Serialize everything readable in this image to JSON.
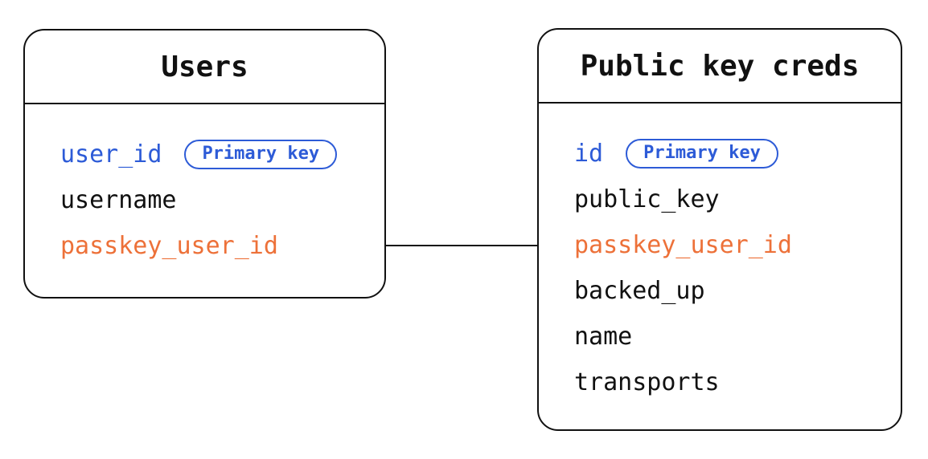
{
  "diagram": {
    "type": "entity-relationship",
    "tables": [
      {
        "title": "Users",
        "fields": [
          {
            "name": "user_id",
            "role": "primary-key",
            "badge": "Primary key",
            "color": "#2d5bd7"
          },
          {
            "name": "username",
            "role": "column",
            "color": "#111111"
          },
          {
            "name": "passkey_user_id",
            "role": "foreign-key",
            "color": "#ed7139"
          }
        ]
      },
      {
        "title": "Public key creds",
        "fields": [
          {
            "name": "id",
            "role": "primary-key",
            "badge": "Primary key",
            "color": "#2d5bd7"
          },
          {
            "name": "public_key",
            "role": "column",
            "color": "#111111"
          },
          {
            "name": "passkey_user_id",
            "role": "foreign-key",
            "color": "#ed7139"
          },
          {
            "name": "backed_up",
            "role": "column",
            "color": "#111111"
          },
          {
            "name": "name",
            "role": "column",
            "color": "#111111"
          },
          {
            "name": "transports",
            "role": "column",
            "color": "#111111"
          }
        ]
      }
    ],
    "relationship": {
      "from": "Users.passkey_user_id",
      "to": "Public key creds.passkey_user_id"
    },
    "colors": {
      "primary_key_blue": "#2d5bd7",
      "link_field_orange": "#ed7139",
      "text_black": "#111111",
      "border_black": "#111111",
      "background": "#ffffff"
    }
  }
}
